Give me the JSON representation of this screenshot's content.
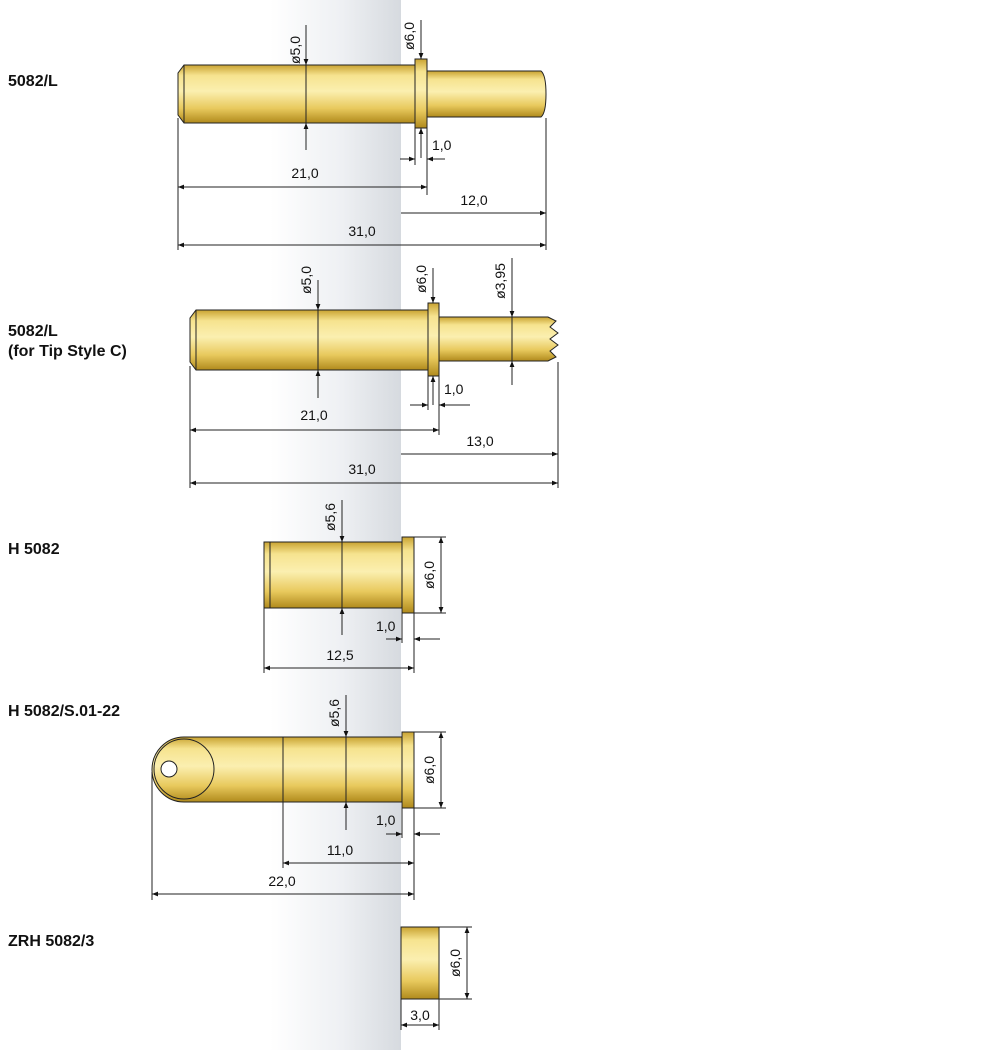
{
  "colors": {
    "gold_light": "#f8eaa0",
    "gold_mid": "#e9cc61",
    "gold_dark": "#b58d1e",
    "outline": "#222222",
    "background_band": "#dfe3e8"
  },
  "parts": [
    {
      "label_lines": [
        "5082/L"
      ],
      "dims": {
        "body_dia": "ø5,0",
        "collar_dia": "ø6,0",
        "collar_len": "1,0",
        "body_len": "21,0",
        "tip_len": "12,0",
        "total_len": "31,0"
      }
    },
    {
      "label_lines": [
        "5082/L",
        "(for Tip Style C)"
      ],
      "dims": {
        "body_dia": "ø5,0",
        "collar_dia": "ø6,0",
        "tip_dia": "ø3,95",
        "collar_len": "1,0",
        "body_len": "21,0",
        "tip_len": "13,0",
        "total_len": "31,0"
      }
    },
    {
      "label_lines": [
        "H 5082"
      ],
      "dims": {
        "body_dia": "ø5,6",
        "collar_dia": "ø6,0",
        "collar_len": "1,0",
        "body_len": "12,5"
      }
    },
    {
      "label_lines": [
        "H 5082/S.01-22"
      ],
      "dims": {
        "body_dia": "ø5,6",
        "collar_dia": "ø6,0",
        "collar_len": "1,0",
        "body_len": "11,0",
        "total_len": "22,0"
      }
    },
    {
      "label_lines": [
        "ZRH 5082/3"
      ],
      "dims": {
        "dia": "ø6,0",
        "len": "3,0"
      }
    }
  ]
}
